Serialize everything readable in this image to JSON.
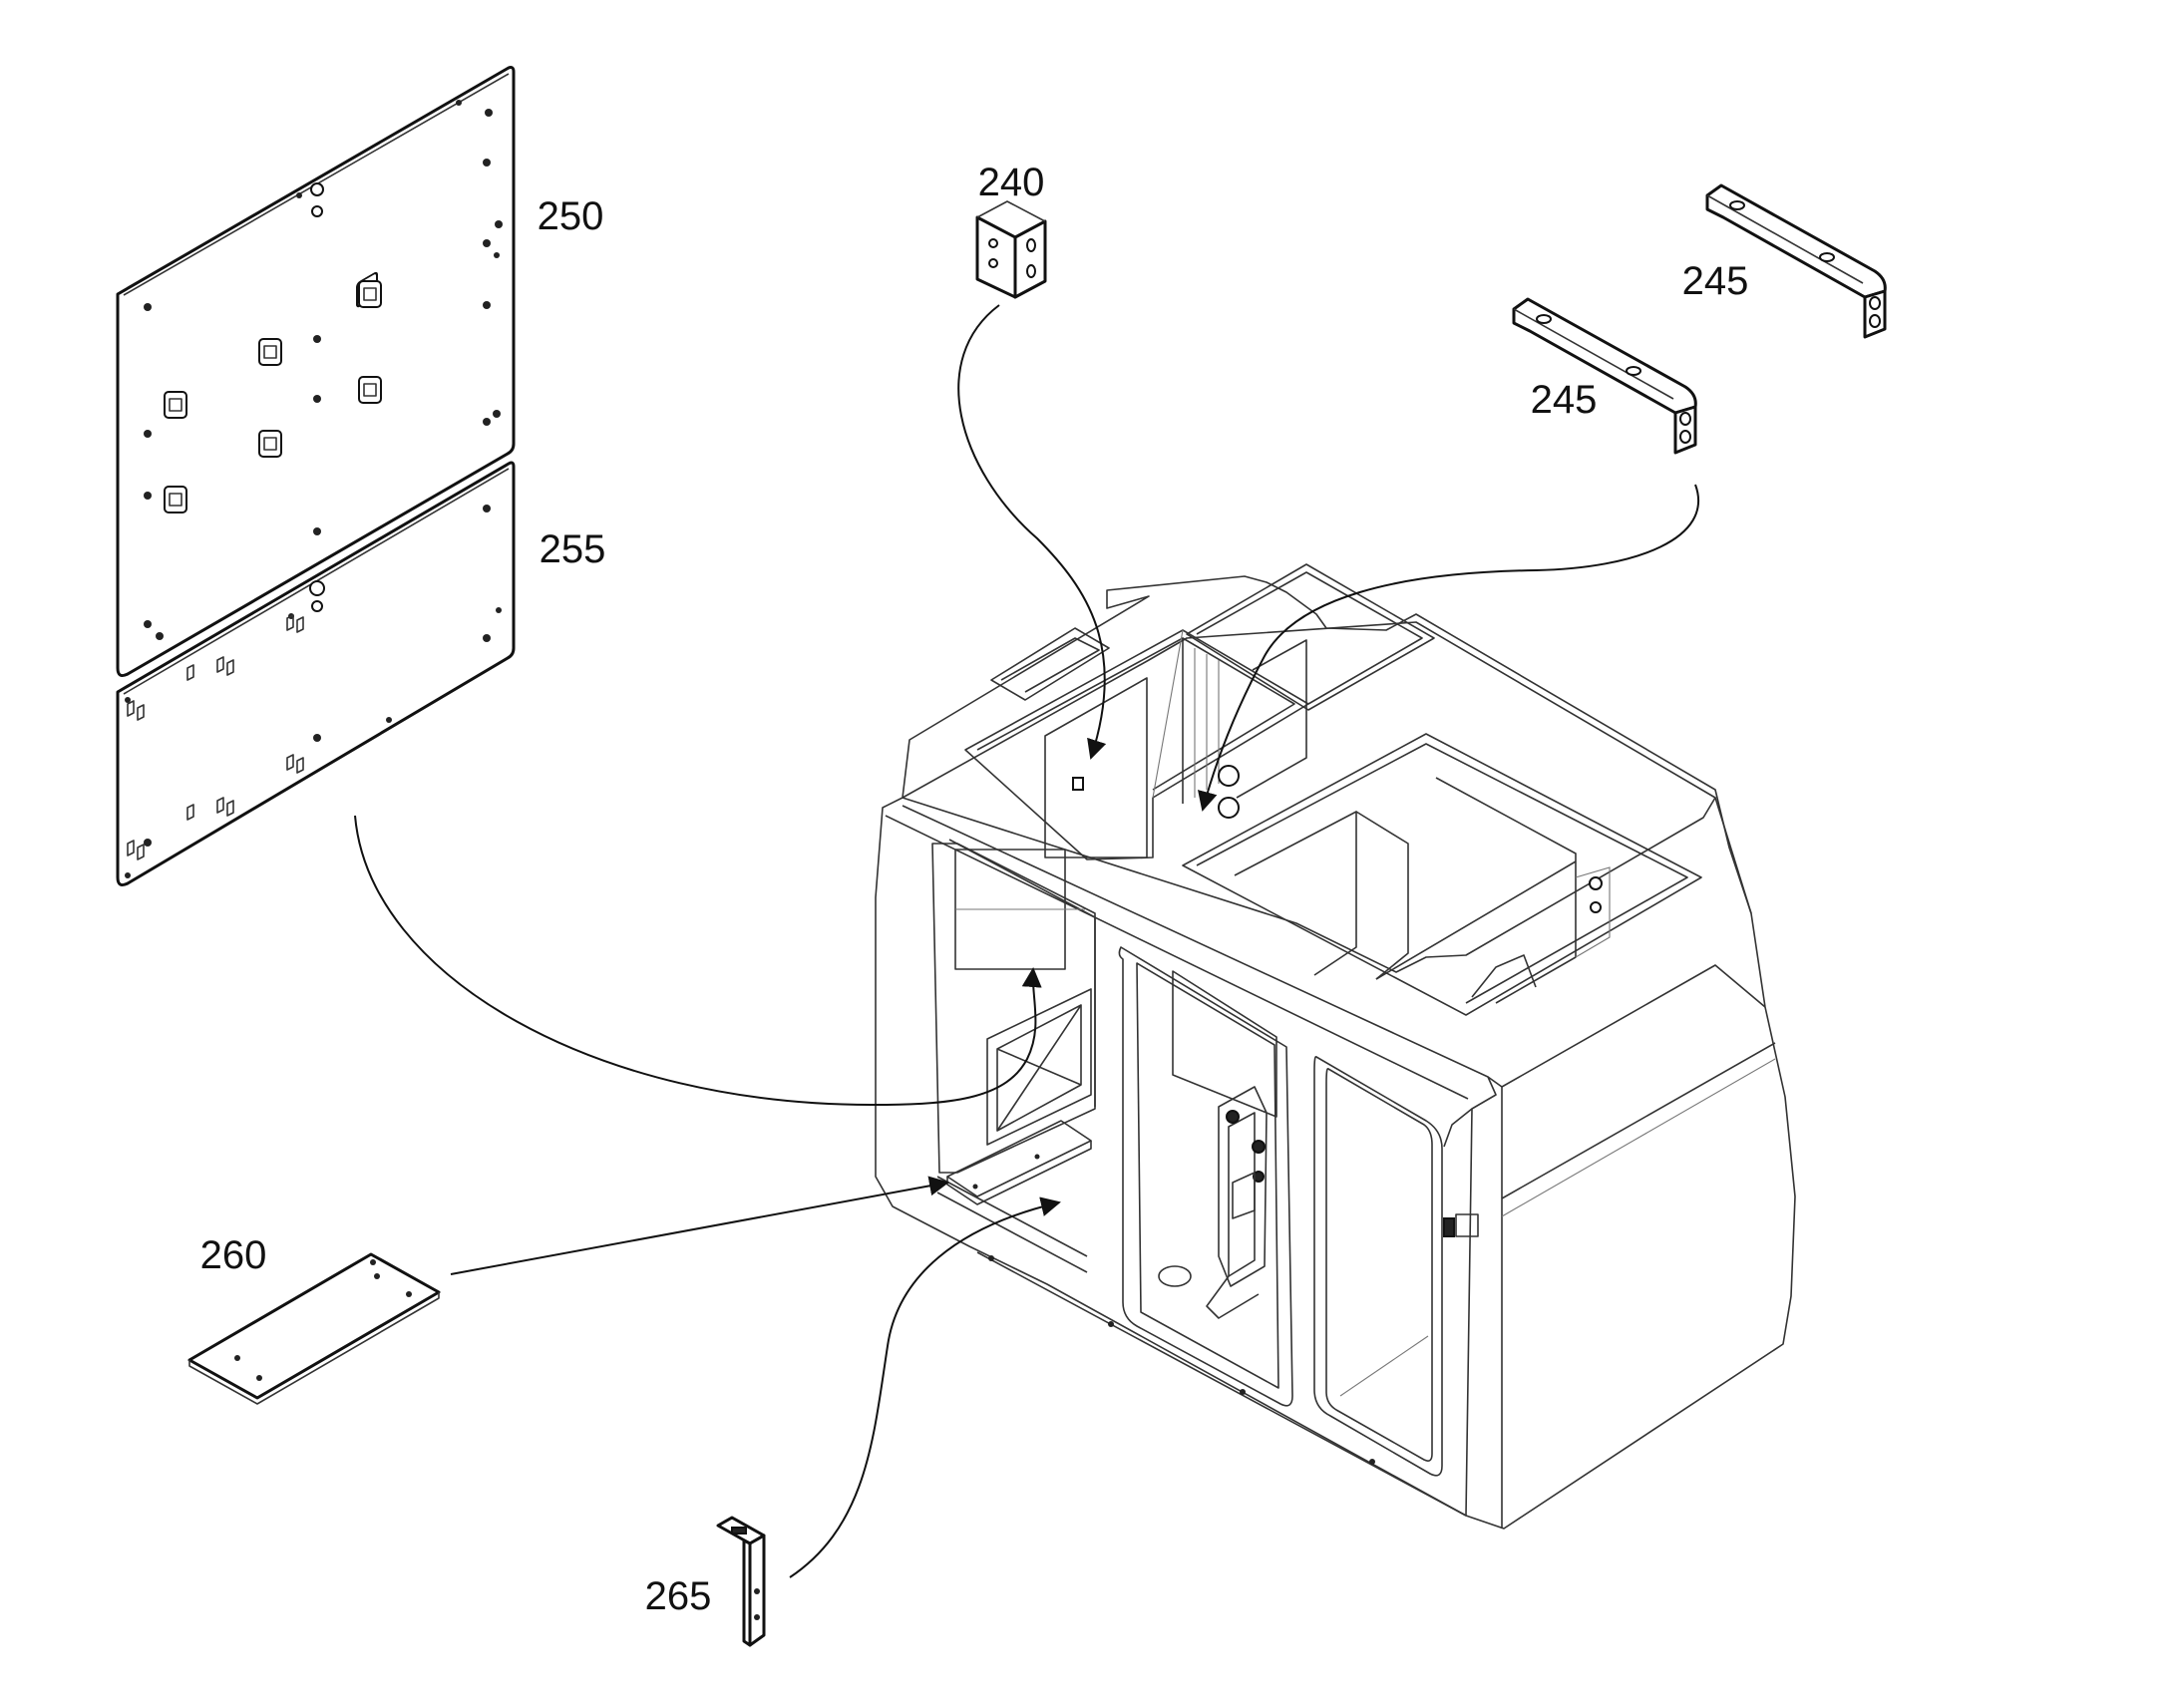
{
  "labels": {
    "ref_240": "240",
    "ref_245_a": "245",
    "ref_245_b": "245",
    "ref_250": "250",
    "ref_255": "255",
    "ref_260": "260",
    "ref_265": "265"
  }
}
